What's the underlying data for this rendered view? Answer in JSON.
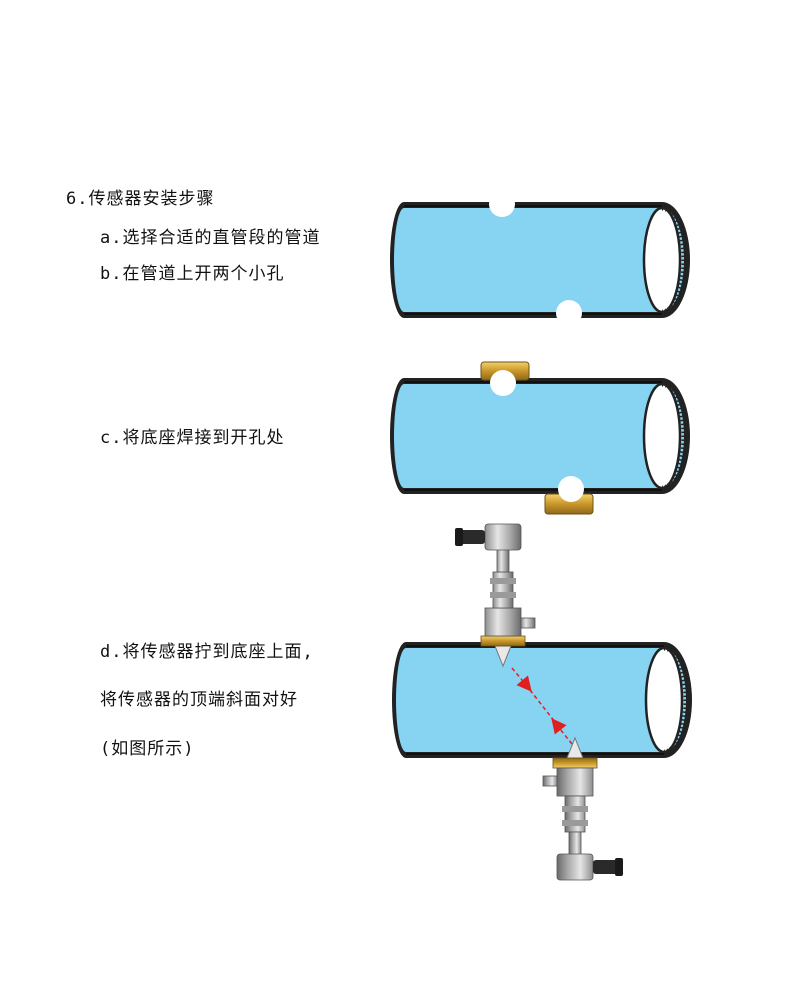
{
  "title": "6.传感器安装步骤",
  "steps": {
    "a": "a.选择合适的直管段的管道",
    "b": "b.在管道上开两个小孔",
    "c": "c.将底座焊接到开孔处",
    "d_line1": "d.将传感器拧到底座上面,",
    "d_line2": "将传感器的顶端斜面对好",
    "d_line3": "(如图所示)"
  },
  "colors": {
    "pipe_fill": "#86d3f2",
    "pipe_edge": "#222222",
    "mount_ring": "#e0b63a",
    "signal_path": "#e0201e"
  },
  "icons": {
    "pipe": "pipe-illustration",
    "mount": "weld-mount-ring",
    "sensor": "ultrasonic-transducer"
  }
}
